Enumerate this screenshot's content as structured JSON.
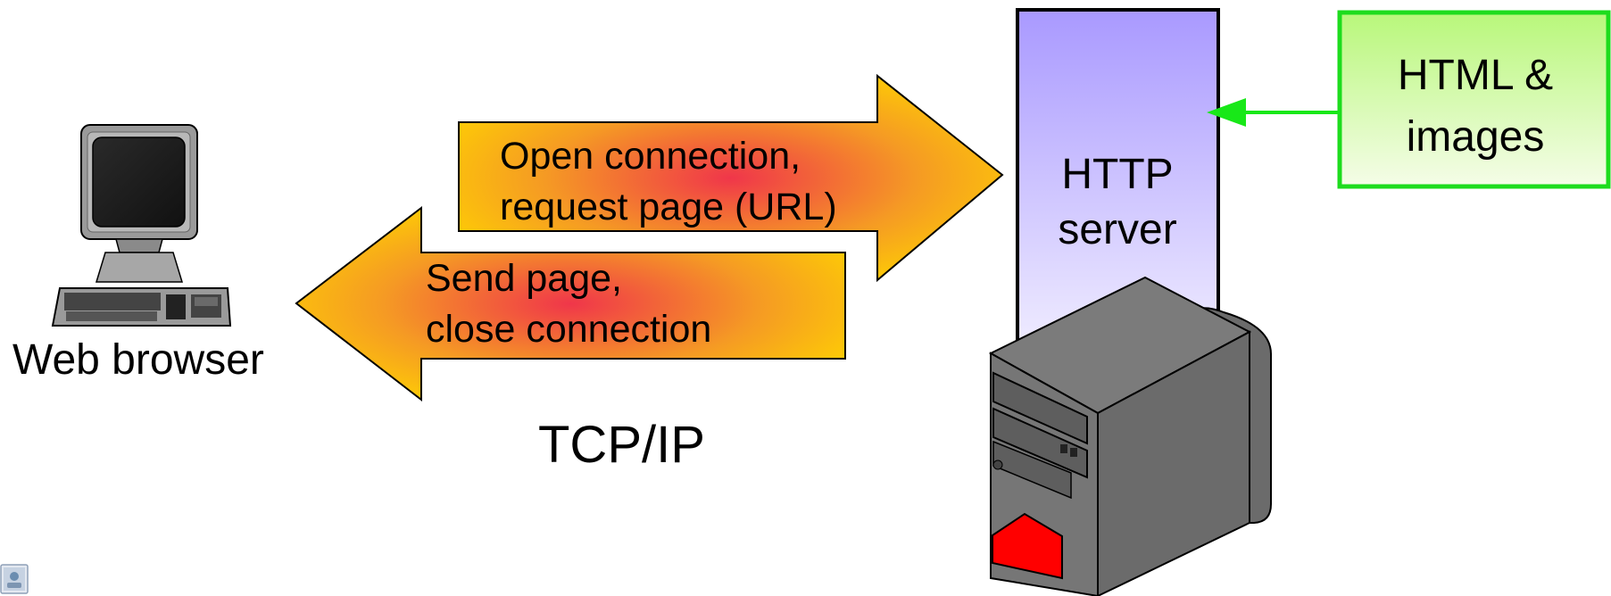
{
  "diagram": {
    "request_arrow": {
      "line1": "Open connection,",
      "line2": "request page (URL)"
    },
    "response_arrow": {
      "line1": "Send page,",
      "line2": "close connection"
    },
    "client_label": "Web browser",
    "protocol_label": "TCP/IP",
    "server_label": {
      "line1": "HTTP",
      "line2": "server"
    },
    "content_box": {
      "line1": "HTML &",
      "line2": "images"
    }
  },
  "icons": {
    "client": "desktop-computer-icon",
    "server": "server-tower-icon",
    "corner": "small-app-icon"
  },
  "colors": {
    "arrow_edge": "#ffd400",
    "arrow_center": "#f0364a",
    "arrow_mid": "#f59a24",
    "server_panel_top": "#a999ff",
    "server_panel_bottom": "#f7f5ff",
    "content_box_border": "#1ddc1d",
    "content_box_top": "#b8f77a",
    "content_box_bottom": "#f5fde8",
    "pointer_arrow": "#18e818",
    "server_body": "#6b6b6b",
    "server_light": "#ff0000"
  }
}
